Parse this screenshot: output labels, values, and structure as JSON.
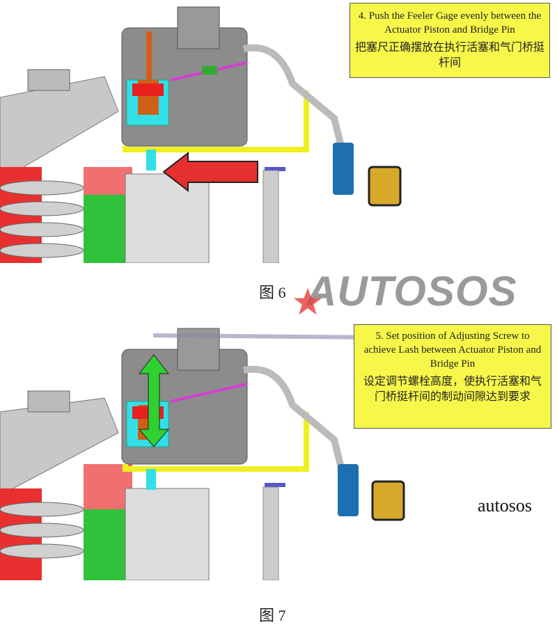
{
  "figure6": {
    "caption": "图 6",
    "note_en": "4. Push the Feeler Gage evenly between the Actuator Piston and Bridge Pin",
    "note_cn": "把塞尺正确摆放在执行活塞和气门桥挺杆间"
  },
  "figure7": {
    "caption": "图 7",
    "note_en": "5. Set position of Adjusting Screw to achieve Lash between Actuator Piston and Bridge Pin",
    "note_cn": "设定调节螺栓高度，使执行活塞和气门桥挺杆间的制动间隙达到要求"
  },
  "watermark": {
    "logo": "AUTOSOS",
    "text": "autosos"
  },
  "colors": {
    "note_bg": "#f7f74a",
    "housing": "#8c8c8c",
    "spring_red": "#e83030",
    "spring_green": "#2fc23a",
    "cyan": "#33e0e8",
    "yellow": "#f0f020",
    "blue": "#1e6fb0",
    "gold": "#d7a92a"
  }
}
